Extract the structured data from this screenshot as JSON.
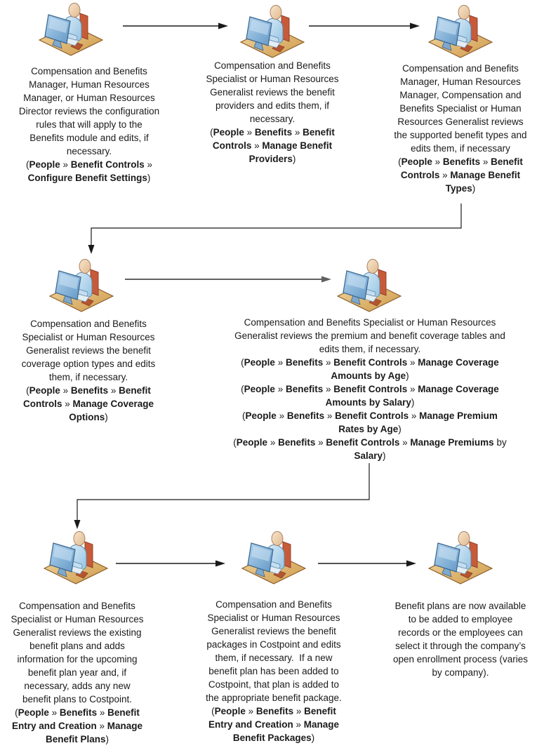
{
  "diagram": {
    "name": "Costpoint Benefits configuration workflow",
    "icon_semantic": "person-at-computer",
    "colors": {
      "arrow_primary": "#1a1a1a",
      "arrow_secondary": "#606060",
      "desk": "#cf9a4b",
      "monitor": "#6398c6",
      "shirt": "#96c4e2",
      "chair": "#c75b39",
      "text": "#1a1a1a"
    },
    "nodes": [
      {
        "id": "configure-benefit-settings",
        "lines": [
          [
            {
              "t": "Compensation and Benefits"
            }
          ],
          [
            {
              "t": "Manager, Human Resources"
            }
          ],
          [
            {
              "t": "Manager, or Human Resources"
            }
          ],
          [
            {
              "t": "Director reviews the configuration"
            }
          ],
          [
            {
              "t": "rules that will apply to the"
            }
          ],
          [
            {
              "t": "Benefits module and edits, if"
            }
          ],
          [
            {
              "t": "necessary."
            }
          ],
          [
            {
              "t": "("
            },
            {
              "t": "People",
              "b": 1
            },
            {
              "t": " » "
            },
            {
              "t": "Benefit Controls",
              "b": 1
            },
            {
              "t": " »"
            }
          ],
          [
            {
              "t": "Configure Benefit Settings",
              "b": 1
            },
            {
              "t": ")"
            }
          ]
        ]
      },
      {
        "id": "manage-benefit-providers",
        "lines": [
          [
            {
              "t": "Compensation and Benefits"
            }
          ],
          [
            {
              "t": "Specialist or Human Resources"
            }
          ],
          [
            {
              "t": "Generalist reviews the benefit"
            }
          ],
          [
            {
              "t": "providers and edits them, if"
            }
          ],
          [
            {
              "t": "necessary."
            }
          ],
          [
            {
              "t": "("
            },
            {
              "t": "People",
              "b": 1
            },
            {
              "t": " » "
            },
            {
              "t": "Benefits",
              "b": 1
            },
            {
              "t": " » "
            },
            {
              "t": "Benefit",
              "b": 1
            }
          ],
          [
            {
              "t": "Controls",
              "b": 1
            },
            {
              "t": " » "
            },
            {
              "t": "Manage Benefit",
              "b": 1
            }
          ],
          [
            {
              "t": "Providers",
              "b": 1
            },
            {
              "t": ")"
            }
          ]
        ]
      },
      {
        "id": "manage-benefit-types",
        "lines": [
          [
            {
              "t": "Compensation and Benefits"
            }
          ],
          [
            {
              "t": "Manager, Human Resources"
            }
          ],
          [
            {
              "t": "Manager, Compensation and"
            }
          ],
          [
            {
              "t": "Benefits Specialist or Human"
            }
          ],
          [
            {
              "t": "Resources Generalist reviews"
            }
          ],
          [
            {
              "t": "the supported benefit types and"
            }
          ],
          [
            {
              "t": "edits them, if necessary"
            }
          ],
          [
            {
              "t": "("
            },
            {
              "t": "People",
              "b": 1
            },
            {
              "t": " » "
            },
            {
              "t": "Benefits",
              "b": 1
            },
            {
              "t": " » "
            },
            {
              "t": "Benefit",
              "b": 1
            }
          ],
          [
            {
              "t": "Controls",
              "b": 1
            },
            {
              "t": " » "
            },
            {
              "t": "Manage Benefit",
              "b": 1
            }
          ],
          [
            {
              "t": "Types",
              "b": 1
            },
            {
              "t": ")"
            }
          ]
        ]
      },
      {
        "id": "manage-coverage-options",
        "lines": [
          [
            {
              "t": "Compensation and Benefits"
            }
          ],
          [
            {
              "t": "Specialist or Human Resources"
            }
          ],
          [
            {
              "t": "Generalist reviews the benefit"
            }
          ],
          [
            {
              "t": "coverage option types and edits"
            }
          ],
          [
            {
              "t": "them, if necessary."
            }
          ],
          [
            {
              "t": "("
            },
            {
              "t": "People",
              "b": 1
            },
            {
              "t": " » "
            },
            {
              "t": "Benefits",
              "b": 1
            },
            {
              "t": " » "
            },
            {
              "t": "Benefit",
              "b": 1
            }
          ],
          [
            {
              "t": "Controls",
              "b": 1
            },
            {
              "t": " » "
            },
            {
              "t": "Manage Coverage",
              "b": 1
            }
          ],
          [
            {
              "t": "Options",
              "b": 1
            },
            {
              "t": ")"
            }
          ]
        ]
      },
      {
        "id": "manage-premium-and-coverage-tables",
        "lines": [
          [
            {
              "t": "Compensation and Benefits Specialist or Human Resources"
            }
          ],
          [
            {
              "t": "Generalist reviews the premium and benefit coverage tables and"
            }
          ],
          [
            {
              "t": "edits them, if necessary."
            }
          ],
          [
            {
              "t": "("
            },
            {
              "t": "People",
              "b": 1
            },
            {
              "t": " » "
            },
            {
              "t": "Benefits",
              "b": 1
            },
            {
              "t": " » "
            },
            {
              "t": "Benefit Controls",
              "b": 1
            },
            {
              "t": " » "
            },
            {
              "t": "Manage Coverage",
              "b": 1
            }
          ],
          [
            {
              "t": "Amounts by Age",
              "b": 1
            },
            {
              "t": ")"
            }
          ],
          [
            {
              "t": "("
            },
            {
              "t": "People",
              "b": 1
            },
            {
              "t": " » "
            },
            {
              "t": "Benefits",
              "b": 1
            },
            {
              "t": " » "
            },
            {
              "t": "Benefit Controls",
              "b": 1
            },
            {
              "t": " » "
            },
            {
              "t": "Manage Coverage",
              "b": 1
            }
          ],
          [
            {
              "t": "Amounts by Salary",
              "b": 1
            },
            {
              "t": ")"
            }
          ],
          [
            {
              "t": "("
            },
            {
              "t": "People",
              "b": 1
            },
            {
              "t": " » "
            },
            {
              "t": "Benefits",
              "b": 1
            },
            {
              "t": " » "
            },
            {
              "t": "Benefit Controls",
              "b": 1
            },
            {
              "t": " » "
            },
            {
              "t": "Manage Premium",
              "b": 1
            }
          ],
          [
            {
              "t": "Rates by Age",
              "b": 1
            },
            {
              "t": ")"
            }
          ],
          [
            {
              "t": "("
            },
            {
              "t": "People",
              "b": 1
            },
            {
              "t": " » "
            },
            {
              "t": "Benefits",
              "b": 1
            },
            {
              "t": " » "
            },
            {
              "t": "Benefit Controls",
              "b": 1
            },
            {
              "t": " » "
            },
            {
              "t": "Manage Premiums",
              "b": 1
            },
            {
              "t": " by"
            }
          ],
          [
            {
              "t": "Salary",
              "b": 1
            },
            {
              "t": ")"
            }
          ]
        ]
      },
      {
        "id": "manage-benefit-plans",
        "lines": [
          [
            {
              "t": "Compensation and Benefits"
            }
          ],
          [
            {
              "t": "Specialist or Human Resources"
            }
          ],
          [
            {
              "t": "Generalist reviews the existing"
            }
          ],
          [
            {
              "t": "benefit plans and adds"
            }
          ],
          [
            {
              "t": "information for the upcoming"
            }
          ],
          [
            {
              "t": "benefit plan year and, if"
            }
          ],
          [
            {
              "t": "necessary, adds any new"
            }
          ],
          [
            {
              "t": "benefit plans to Costpoint."
            }
          ],
          [
            {
              "t": "("
            },
            {
              "t": "People",
              "b": 1
            },
            {
              "t": " » "
            },
            {
              "t": "Benefits",
              "b": 1
            },
            {
              "t": " » "
            },
            {
              "t": "Benefit",
              "b": 1
            }
          ],
          [
            {
              "t": "Entry and Creation",
              "b": 1
            },
            {
              "t": " » "
            },
            {
              "t": "Manage",
              "b": 1
            }
          ],
          [
            {
              "t": "Benefit Plans",
              "b": 1
            },
            {
              "t": ")"
            }
          ]
        ]
      },
      {
        "id": "manage-benefit-packages",
        "lines": [
          [
            {
              "t": "Compensation and Benefits"
            }
          ],
          [
            {
              "t": "Specialist or Human Resources"
            }
          ],
          [
            {
              "t": "Generalist reviews the benefit"
            }
          ],
          [
            {
              "t": "packages in Costpoint and edits"
            }
          ],
          [
            {
              "t": "them, if necessary.  If a new"
            }
          ],
          [
            {
              "t": "benefit plan has been added to"
            }
          ],
          [
            {
              "t": "Costpoint, that plan is added to"
            }
          ],
          [
            {
              "t": "the appropriate benefit package."
            }
          ],
          [
            {
              "t": "("
            },
            {
              "t": "People",
              "b": 1
            },
            {
              "t": " » "
            },
            {
              "t": "Benefits",
              "b": 1
            },
            {
              "t": " » "
            },
            {
              "t": "Benefit",
              "b": 1
            }
          ],
          [
            {
              "t": "Entry and Creation",
              "b": 1
            },
            {
              "t": " » "
            },
            {
              "t": "Manage",
              "b": 1
            }
          ],
          [
            {
              "t": "Benefit Packages",
              "b": 1
            },
            {
              "t": ")"
            }
          ]
        ]
      },
      {
        "id": "benefit-plans-available",
        "lines": [
          [
            {
              "t": "Benefit plans are now available"
            }
          ],
          [
            {
              "t": "to be added to employee"
            }
          ],
          [
            {
              "t": "records or the employees can"
            }
          ],
          [
            {
              "t": "select it through the company’s"
            }
          ],
          [
            {
              "t": "open enrollment process (varies"
            }
          ],
          [
            {
              "t": "by company)."
            }
          ]
        ]
      }
    ]
  }
}
